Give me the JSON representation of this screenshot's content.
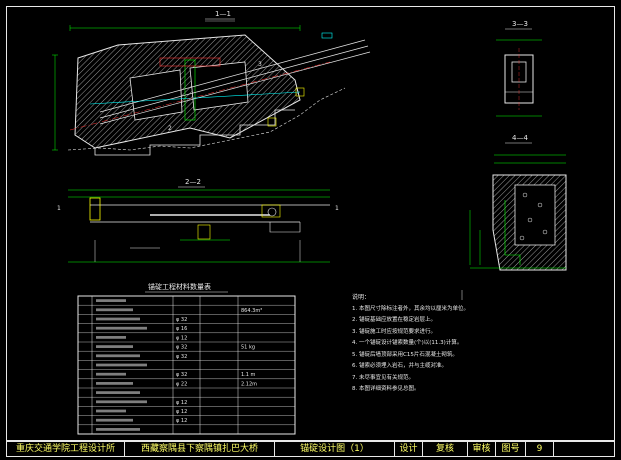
{
  "titlebar": {
    "company": "重庆交通学院工程设计所",
    "project": "西藏察隅县下察隅镇扎巴大桥",
    "drawing": "锚碇设计图（1）",
    "design": "设计",
    "review": "复核",
    "approve": "审核",
    "sheet_label": "图号",
    "sheet_no": "9"
  },
  "sections": {
    "main": "1—1",
    "plan": "3—3",
    "side": "4—4",
    "lower": "2—2"
  },
  "table": {
    "title": "锚碇工程材料数量表",
    "rows": [
      [
        "",
        "",
        "",
        ""
      ],
      [
        "",
        "",
        "",
        "864.3m³"
      ],
      [
        "",
        "φ 32",
        "",
        ""
      ],
      [
        "",
        "φ 16",
        "",
        ""
      ],
      [
        "",
        "φ 12",
        "",
        ""
      ],
      [
        "",
        "φ 32",
        "",
        "51 kg"
      ],
      [
        "",
        "φ 32",
        "",
        ""
      ],
      [
        "",
        "",
        "",
        ""
      ],
      [
        "",
        "φ 32",
        "",
        "1.1 m"
      ],
      [
        "",
        "φ 22",
        "",
        "2.12m"
      ],
      [
        "",
        "",
        "",
        ""
      ],
      [
        "",
        "φ 12",
        "",
        ""
      ],
      [
        "",
        "φ 12",
        "",
        ""
      ],
      [
        "",
        "φ 12",
        "",
        ""
      ],
      [
        "",
        "",
        "",
        ""
      ]
    ]
  },
  "notes": {
    "header": "说明：",
    "lines": [
      "1. 本图尺寸除标注者外，其余均以厘米为单位。",
      "2. 锚碇基础应放置在稳定岩层上。",
      "3. 锚碇施工时应按规范要求进行。",
      "",
      "4. 一个锚碇设计锚索数量(个)以(11.3)计算。",
      "5. 锚碇后墙顶部采用C15片石混凝土砌筑。",
      "6. 锚索必须埋入岩石，并与主缆对准。",
      "7. 未尽事宜见有关规范。",
      "8. 本图详细资料参见总图。"
    ]
  }
}
